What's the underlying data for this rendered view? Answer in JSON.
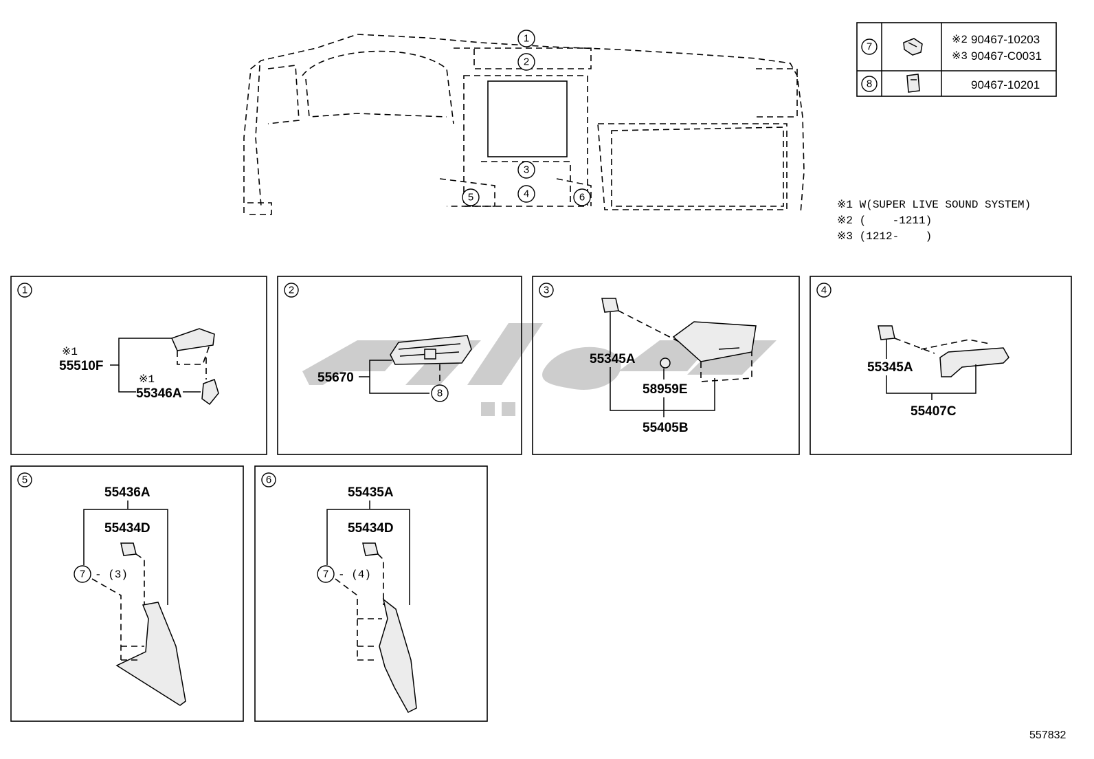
{
  "callouts": [
    "1",
    "2",
    "3",
    "4",
    "5",
    "6",
    "7",
    "8"
  ],
  "legend_table": {
    "rows": [
      {
        "ref": "7",
        "lines": [
          {
            "mark": "※2",
            "part": "90467-10203"
          },
          {
            "mark": "※3",
            "part": "90467-C0031"
          }
        ]
      },
      {
        "ref": "8",
        "lines": [
          {
            "mark": "",
            "part": "90467-10201"
          }
        ]
      }
    ]
  },
  "notes": [
    "※1 W(SUPER LIVE SOUND SYSTEM)",
    "※2 (    -1211)",
    "※3 (1212-    )"
  ],
  "panels": {
    "p1": {
      "id": "1",
      "parts": [
        {
          "mark": "※1",
          "number": "55510F"
        },
        {
          "mark": "※1",
          "number": "55346A"
        }
      ]
    },
    "p2": {
      "id": "2",
      "parts": [
        {
          "number": "55670"
        }
      ],
      "ref": "8"
    },
    "p3": {
      "id": "3",
      "parts": [
        {
          "number": "55345A"
        },
        {
          "number": "58959E"
        },
        {
          "number": "55405B"
        }
      ]
    },
    "p4": {
      "id": "4",
      "parts": [
        {
          "number": "55345A"
        },
        {
          "number": "55407C"
        }
      ]
    },
    "p5": {
      "id": "5",
      "parts": [
        {
          "number": "55436A"
        },
        {
          "number": "55434D"
        }
      ],
      "ref": "7",
      "ref_qty": "(3)"
    },
    "p6": {
      "id": "6",
      "parts": [
        {
          "number": "55435A"
        },
        {
          "number": "55434D"
        }
      ],
      "ref": "7",
      "ref_qty": "(4)"
    }
  },
  "diagram_id": "557832",
  "watermark_color": "#c8c8c8"
}
